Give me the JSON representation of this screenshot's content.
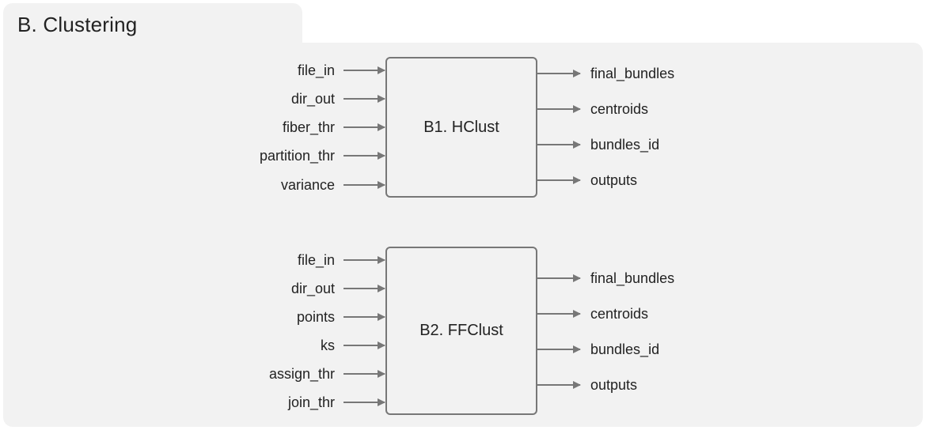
{
  "title": "B. Clustering",
  "colors": {
    "panel": "#f2f2f2",
    "stroke": "#777777",
    "text": "#222222"
  },
  "blocks": [
    {
      "label": "B1. HClust",
      "inputs": [
        "file_in",
        "dir_out",
        "fiber_thr",
        "partition_thr",
        "variance"
      ],
      "outputs": [
        "final_bundles",
        "centroids",
        "bundles_id",
        "outputs"
      ]
    },
    {
      "label": "B2. FFClust",
      "inputs": [
        "file_in",
        "dir_out",
        "points",
        "ks",
        "assign_thr",
        "join_thr"
      ],
      "outputs": [
        "final_bundles",
        "centroids",
        "bundles_id",
        "outputs"
      ]
    }
  ]
}
